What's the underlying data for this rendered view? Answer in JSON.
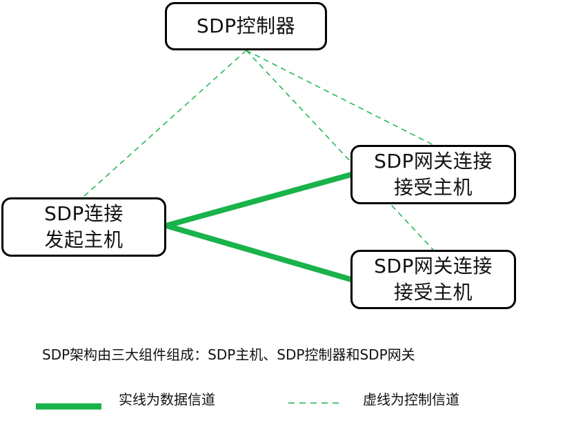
{
  "nodes": {
    "controller": {
      "label": "SDP控制器"
    },
    "initiator": {
      "line1": "SDP连接",
      "line2": "发起主机"
    },
    "gateway_1": {
      "line1": "SDP网关连接",
      "line2": "接受主机"
    },
    "gateway_2": {
      "line1": "SDP网关连接",
      "line2": "接受主机"
    }
  },
  "caption": "SDP架构由三大组件组成：SDP主机、SDP控制器和SDP网关",
  "legend": {
    "solid_label": "实线为数据信道",
    "dashed_label": "虚线为控制信道"
  },
  "colors": {
    "channel": "#19b24b",
    "node_border": "#000000",
    "text": "#111111"
  }
}
